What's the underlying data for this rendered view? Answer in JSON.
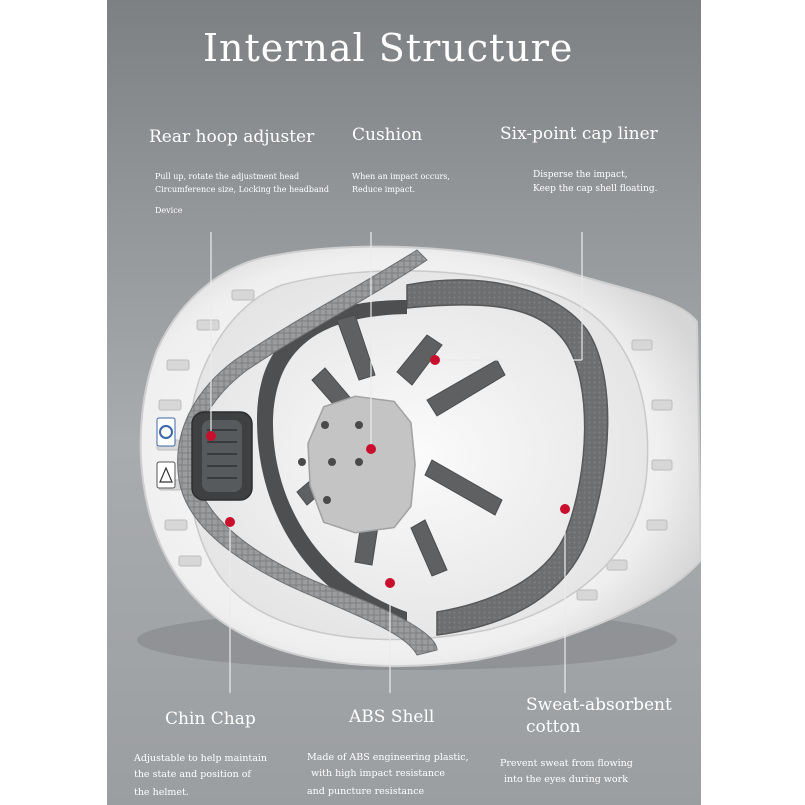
{
  "title": "Internal Structure",
  "callouts": {
    "rear_hoop_adjuster": {
      "label": "Rear hoop adjuster",
      "lines": [
        "Pull up, rotate the adjustment head",
        "Circumference size, Locking the headband",
        "Device"
      ]
    },
    "cushion": {
      "label": "Cushion",
      "lines": [
        "When an impact occurs,",
        "Reduce impact."
      ]
    },
    "six_point_cap_liner": {
      "label": "Six-point cap liner",
      "lines": [
        "Disperse the impact,",
        "Keep the cap shell floating."
      ]
    },
    "chin_chap": {
      "label": "Chin Chap",
      "lines": [
        "Adjustable to help maintain",
        "the state and position of",
        "the helmet."
      ]
    },
    "abs_shell": {
      "label": "ABS Shell",
      "lines": [
        "Made of ABS engineering plastic,",
        "with high impact resistance",
        "and puncture resistance"
      ]
    },
    "sweat_absorbent_cotton": {
      "label_lines": [
        "Sweat-absorbent",
        "cotton"
      ],
      "lines": [
        "Prevent sweat from flowing",
        "into the eyes during work"
      ]
    }
  },
  "colors": {
    "background": "#9a9da0",
    "helmet_shell": "#f4f4f4",
    "strap": "#5e6062",
    "sweatband": "#6f6f6f",
    "marker_dot": "#c8102e",
    "leader_line": "#e6e6e6",
    "text": "#ffffff"
  },
  "icons": [
    "certification-logo-icon",
    "recycle-mark-icon"
  ]
}
